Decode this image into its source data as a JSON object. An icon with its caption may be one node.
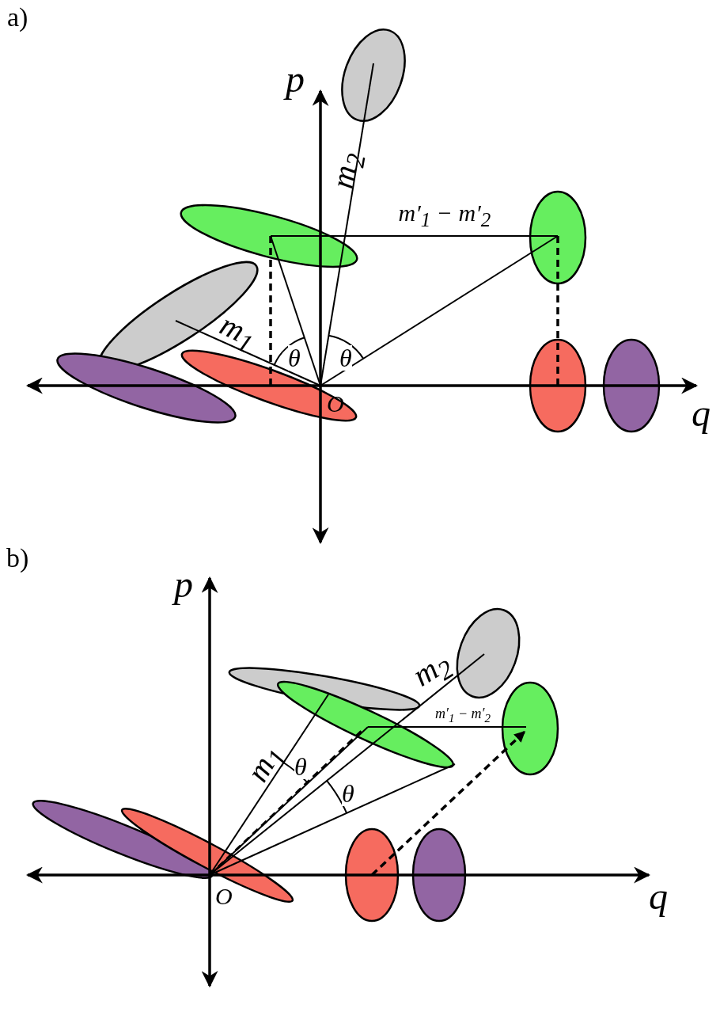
{
  "diagram": {
    "labels": [
      "a)",
      "p",
      "m$_{2}$",
      "m′$_{1}$ − m′$_{2}$",
      "m$_{1}$",
      "θ",
      "θ",
      "O",
      "q",
      "b)",
      "p",
      "m$_{2}$",
      "m′$_{1}$ − m′$_{2}$",
      "m$_{1}$",
      "θ",
      "θ",
      "O",
      "q"
    ]
  }
}
